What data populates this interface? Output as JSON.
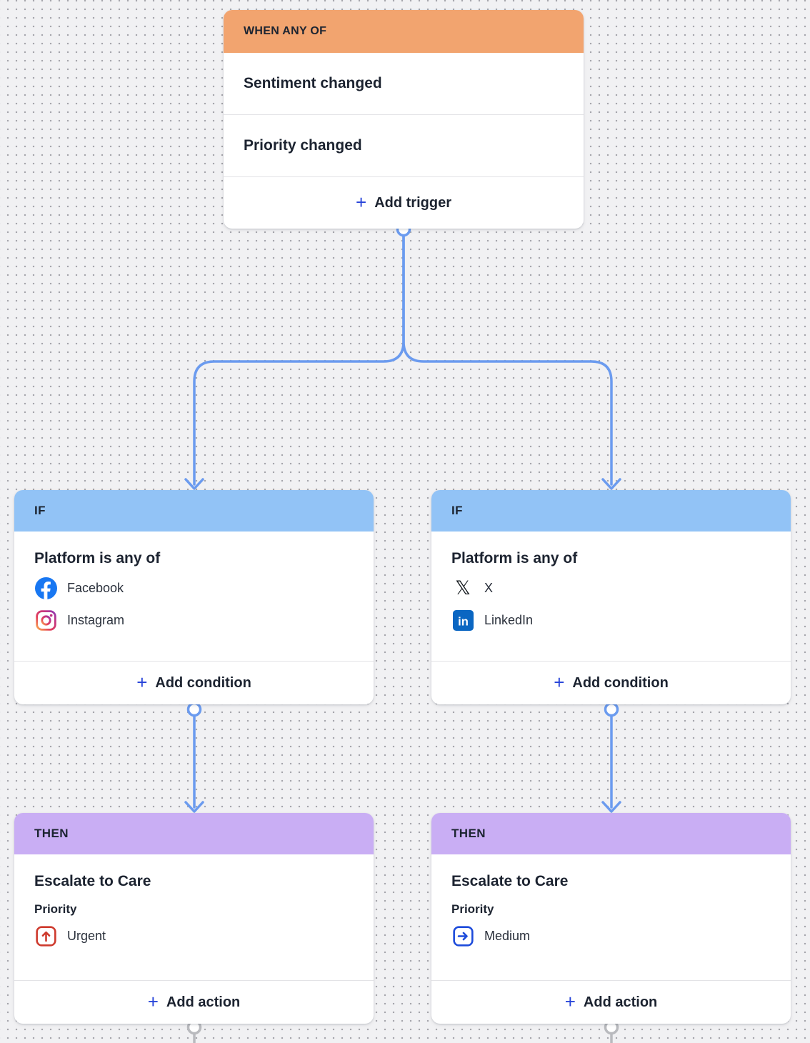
{
  "ui": {
    "plus_glyph": "+",
    "x_glyph": "𝕏"
  },
  "colors": {
    "canvas_bg": "#F1F1F3",
    "canvas_dot": "#A5A5AB",
    "trigger_header_bg": "#F2A46F",
    "if_header_bg": "#92C3F6",
    "then_header_bg": "#C9AEF4",
    "accent_blue": "#2744D9",
    "connector_blue": "#6B9BEF",
    "connector_gray": "#B9BABE",
    "facebook_blue": "#1877F2",
    "linkedin_blue": "#0A66C2",
    "urgent_red": "#CE3A2D",
    "medium_blue": "#1D4BDB"
  },
  "trigger_card": {
    "header": "WHEN ANY OF",
    "rows": [
      "Sentiment changed",
      "Priority changed"
    ],
    "add_label": "Add trigger"
  },
  "condition_cards": [
    {
      "header": "IF",
      "title": "Platform is any of",
      "items": [
        {
          "icon": "facebook-icon",
          "label": "Facebook"
        },
        {
          "icon": "instagram-icon",
          "label": "Instagram"
        }
      ],
      "add_label": "Add condition"
    },
    {
      "header": "IF",
      "title": "Platform is any of",
      "items": [
        {
          "icon": "x-icon",
          "label": "X"
        },
        {
          "icon": "linkedin-icon",
          "label": "LinkedIn"
        }
      ],
      "add_label": "Add condition"
    }
  ],
  "action_cards": [
    {
      "header": "THEN",
      "title": "Escalate to Care",
      "field_label": "Priority",
      "value": "Urgent",
      "value_icon": "priority-urgent-icon",
      "add_label": "Add action"
    },
    {
      "header": "THEN",
      "title": "Escalate to Care",
      "field_label": "Priority",
      "value": "Medium",
      "value_icon": "priority-medium-icon",
      "add_label": "Add action"
    }
  ]
}
